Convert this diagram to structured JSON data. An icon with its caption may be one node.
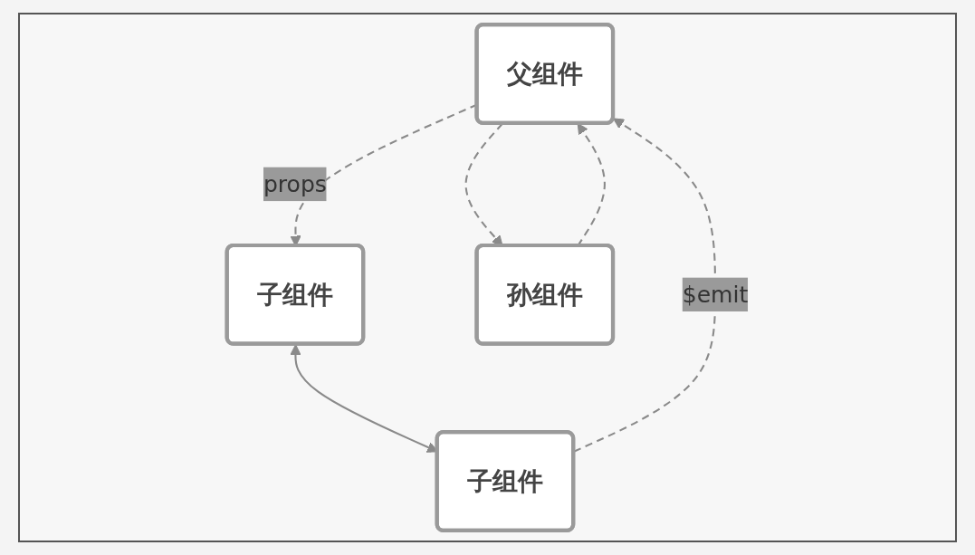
{
  "diagram": {
    "nodes": [
      {
        "text": [
          "父组件"
        ]
      },
      {
        "text": [
          "子组件"
        ]
      },
      {
        "text": [
          "子组件"
        ]
      },
      {
        "text": [
          "孙组件"
        ]
      }
    ],
    "edges": [
      {
        "from": 0,
        "to": 1,
        "arrow": "to",
        "label": "props",
        "style": "dashed"
      },
      {
        "from": 2,
        "to": 0,
        "arrow": "to",
        "label": "$emit",
        "style": "dashed"
      },
      {
        "from": 1,
        "to": 2,
        "arrow": "both"
      },
      {
        "from": 0,
        "to": 3,
        "arrow": "to",
        "style": "dashed"
      },
      {
        "from": 3,
        "to": 0,
        "arrow": "to",
        "style": "dashed"
      }
    ]
  }
}
